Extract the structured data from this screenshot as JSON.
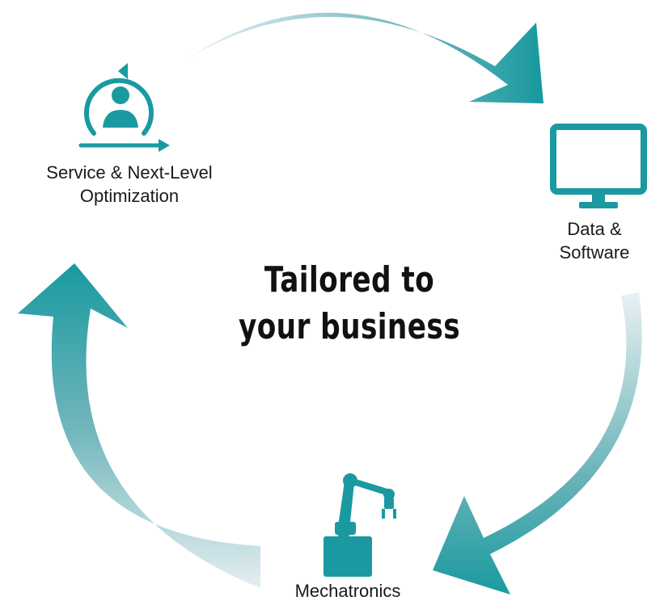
{
  "colors": {
    "accent": "#1a9aa0",
    "arrow_light": "#e4eef0",
    "text": "#1a1a1a"
  },
  "center": {
    "line1": "Tailored to",
    "line2": "your business"
  },
  "nodes": {
    "service": {
      "icon": "user-cycle-icon",
      "line1": "Service & Next-Level",
      "line2": "Optimization"
    },
    "data": {
      "icon": "monitor-icon",
      "line1": "Data &",
      "line2": "Software"
    },
    "mechatronics": {
      "icon": "robot-arm-icon",
      "line1": "Mechatronics"
    }
  }
}
